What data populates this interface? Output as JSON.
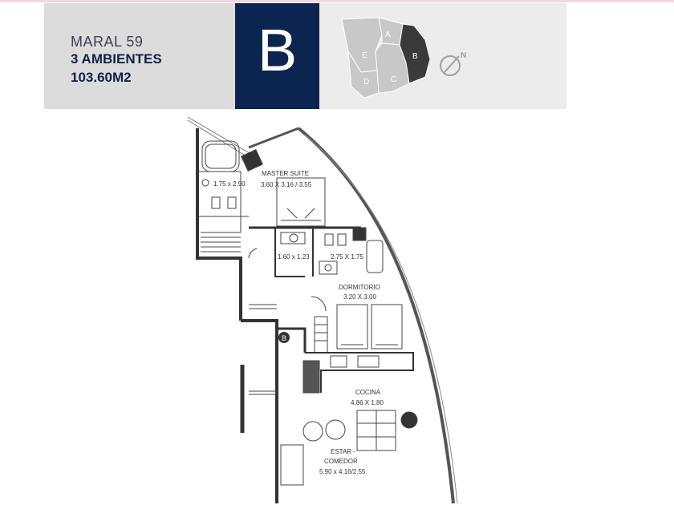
{
  "unit": {
    "building": "MARAL 59",
    "type": "3 AMBIENTES",
    "area": "103.60M2",
    "letter": "B"
  },
  "key_plan": {
    "units": [
      "A",
      "B",
      "C",
      "D",
      "E"
    ],
    "highlighted": "B",
    "compass_label": "N"
  },
  "rooms": {
    "bath_master": "1.75 x 2.90",
    "master_suite_name": "MASTER SUITE",
    "master_suite_dims": "3.60 X 3.16 / 3.55",
    "toilette": "1.60 x 1.23",
    "bath_second": "2.75 X 1.75",
    "bedroom_name": "DORMITORIO",
    "bedroom_dims": "3.20 X 3.00",
    "kitchen_name": "COCINA",
    "kitchen_dims": "4.86 X 1.80",
    "living_name_1": "ESTAR -",
    "living_name_2": "COMEDOR",
    "living_dims": "5.90 x 4.16/2.55"
  },
  "marker": "B",
  "colors": {
    "header_gray": "#dcdcdc",
    "navy": "#0c2450",
    "key_bg": "#ececec",
    "key_units": "#c8c8c8",
    "key_highlight": "#3a3a3a",
    "wall": "#444444"
  }
}
